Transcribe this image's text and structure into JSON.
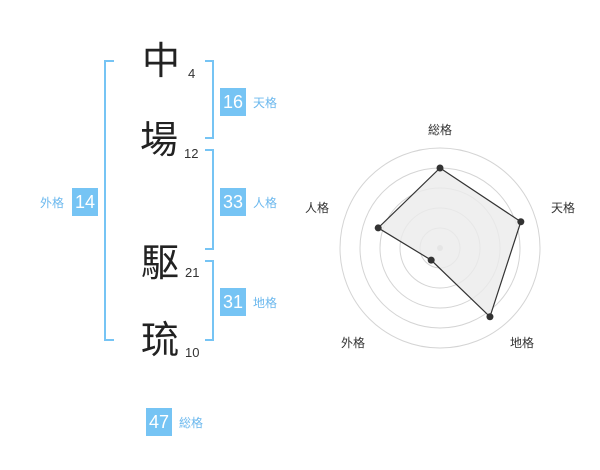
{
  "colors": {
    "accent": "#76c4f4",
    "label": "#6bb8ee",
    "radar_stroke": "#333333",
    "radar_fill": "#ebebeb",
    "ring": "#d4d4d4"
  },
  "name_chars": [
    {
      "char": "中",
      "strokes": "4"
    },
    {
      "char": "場",
      "strokes": "12"
    },
    {
      "char": "駆",
      "strokes": "21"
    },
    {
      "char": "琉",
      "strokes": "10"
    }
  ],
  "fortunes": {
    "tenkaku": {
      "value": "16",
      "label": "天格"
    },
    "jinkaku": {
      "value": "33",
      "label": "人格"
    },
    "chikaku": {
      "value": "31",
      "label": "地格"
    },
    "gaikaku": {
      "value": "14",
      "label": "外格"
    },
    "soukaku": {
      "value": "47",
      "label": "総格"
    }
  },
  "chart_data": {
    "type": "radar",
    "axes": [
      "総格",
      "天格",
      "地格",
      "外格",
      "人格"
    ],
    "values": [
      0.8,
      0.85,
      0.85,
      0.15,
      0.65
    ],
    "max": 1,
    "rings": 5
  }
}
